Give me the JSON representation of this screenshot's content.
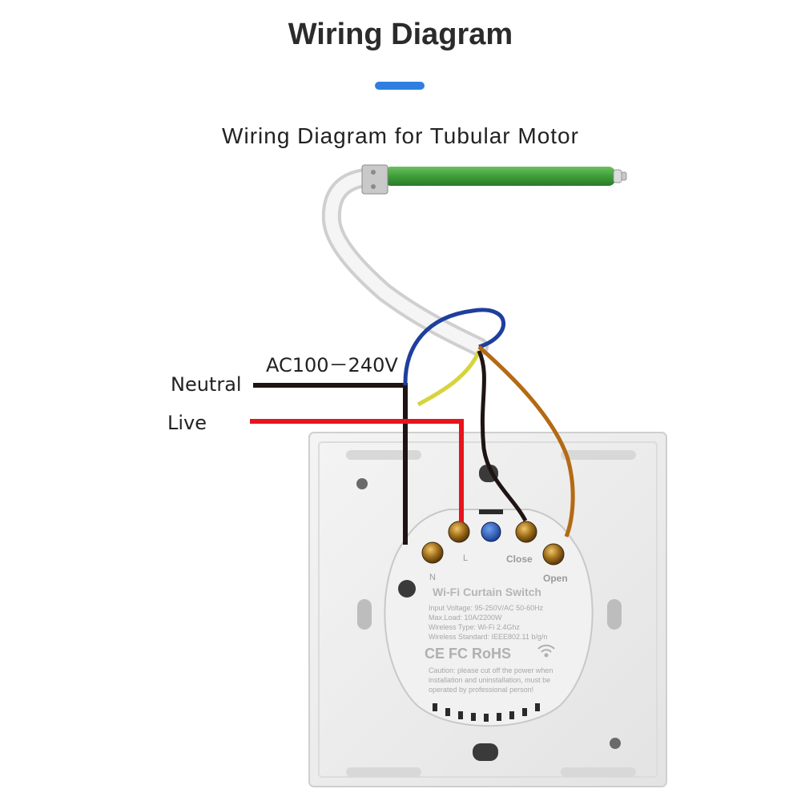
{
  "header": {
    "title": "Wiring Diagram"
  },
  "diagram": {
    "subtitle": "Wiring Diagram for Tubular Motor",
    "supply_label": "AC100－240V",
    "neutral_label": "Neutral",
    "live_label": "Live",
    "terminals": {
      "n": "N",
      "l": "L",
      "close": "Close",
      "open": "Open"
    },
    "module": {
      "name": "Wi-Fi Curtain Switch",
      "specs": [
        "Input Voltage: 95-250V/AC 50-60Hz",
        "Max.Load: 10A/2200W",
        "Wireless Type: Wi-Fi 2.4Ghz",
        "Wireless Standard: IEEE802.11 b/g/n"
      ],
      "marks": "CE FC RoHS",
      "caution": [
        "Caution: please cut off the power when",
        "installation and uninstallation, must be",
        "operated by professional person!"
      ]
    },
    "colors": {
      "accent": "#2f7fe0",
      "neutral_wire": "#1f1414",
      "live_wire": "#e8141c",
      "blue_wire": "#1e3f9c",
      "brown_wire": "#b46a14",
      "earth_wire": "#d6d43a",
      "motor_tube": "#3f9d3a"
    }
  }
}
